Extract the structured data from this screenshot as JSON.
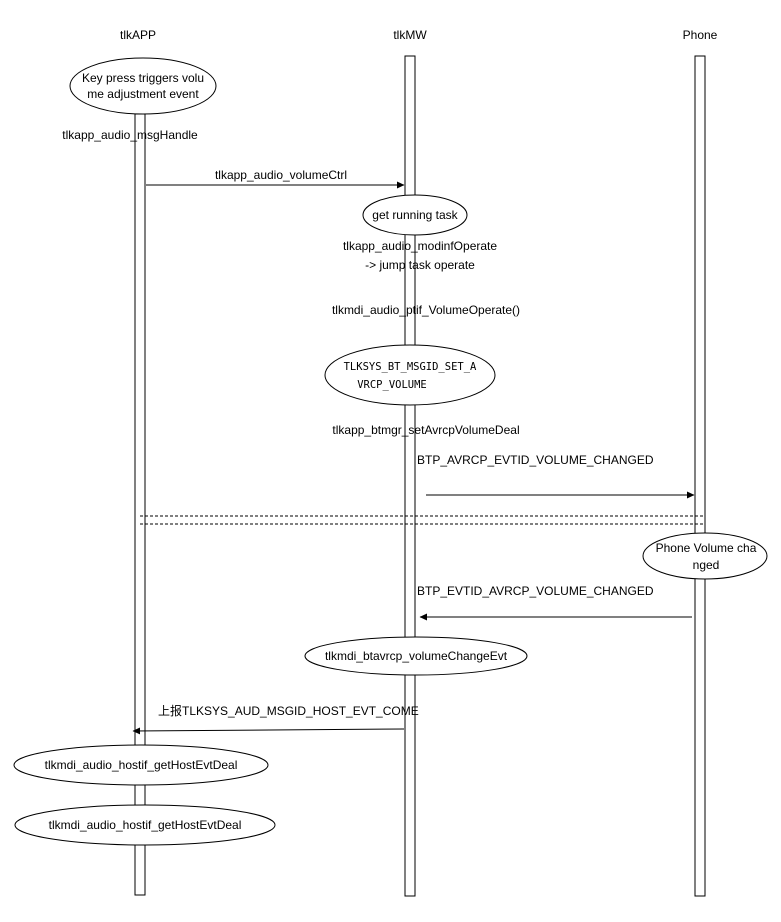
{
  "participants": {
    "app": "tlkAPP",
    "mw": "tlkMW",
    "phone": "Phone"
  },
  "notes": {
    "key_press_line1": "Key press triggers volu",
    "key_press_line2": "me adjustment event",
    "get_running_task": "get running task",
    "set_avrcp_line1": "TLKSYS_BT_MSGID_SET_A",
    "set_avrcp_line2": "VRCP_VOLUME",
    "phone_volume_line1": "Phone Volume cha",
    "phone_volume_line2": "nged",
    "volume_change_evt": "tlkmdi_btavrcp_volumeChangeEvt",
    "host_evt_deal_1": "tlkmdi_audio_hostif_getHostEvtDeal",
    "host_evt_deal_2": "tlkmdi_audio_hostif_getHostEvtDeal"
  },
  "labels": {
    "msg_handle": "tlkapp_audio_msgHandle",
    "volume_ctrl": "tlkapp_audio_volumeCtrl",
    "modinf_operate_line1": "tlkapp_audio_modinfOperate",
    "modinf_operate_line2": "-> jump task operate",
    "ptif_volume_operate": "tlkmdi_audio_ptif_VolumeOperate()",
    "set_avrcp_volume_deal": "tlkapp_btmgr_setAvrcpVolumeDeal",
    "avrcp_evtid_volume_changed": "BTP_AVRCP_EVTID_VOLUME_CHANGED",
    "evtid_avrcp_volume_changed": "BTP_EVTID_AVRCP_VOLUME_CHANGED",
    "host_evt_come": "上报TLKSYS_AUD_MSGID_HOST_EVT_COME"
  }
}
